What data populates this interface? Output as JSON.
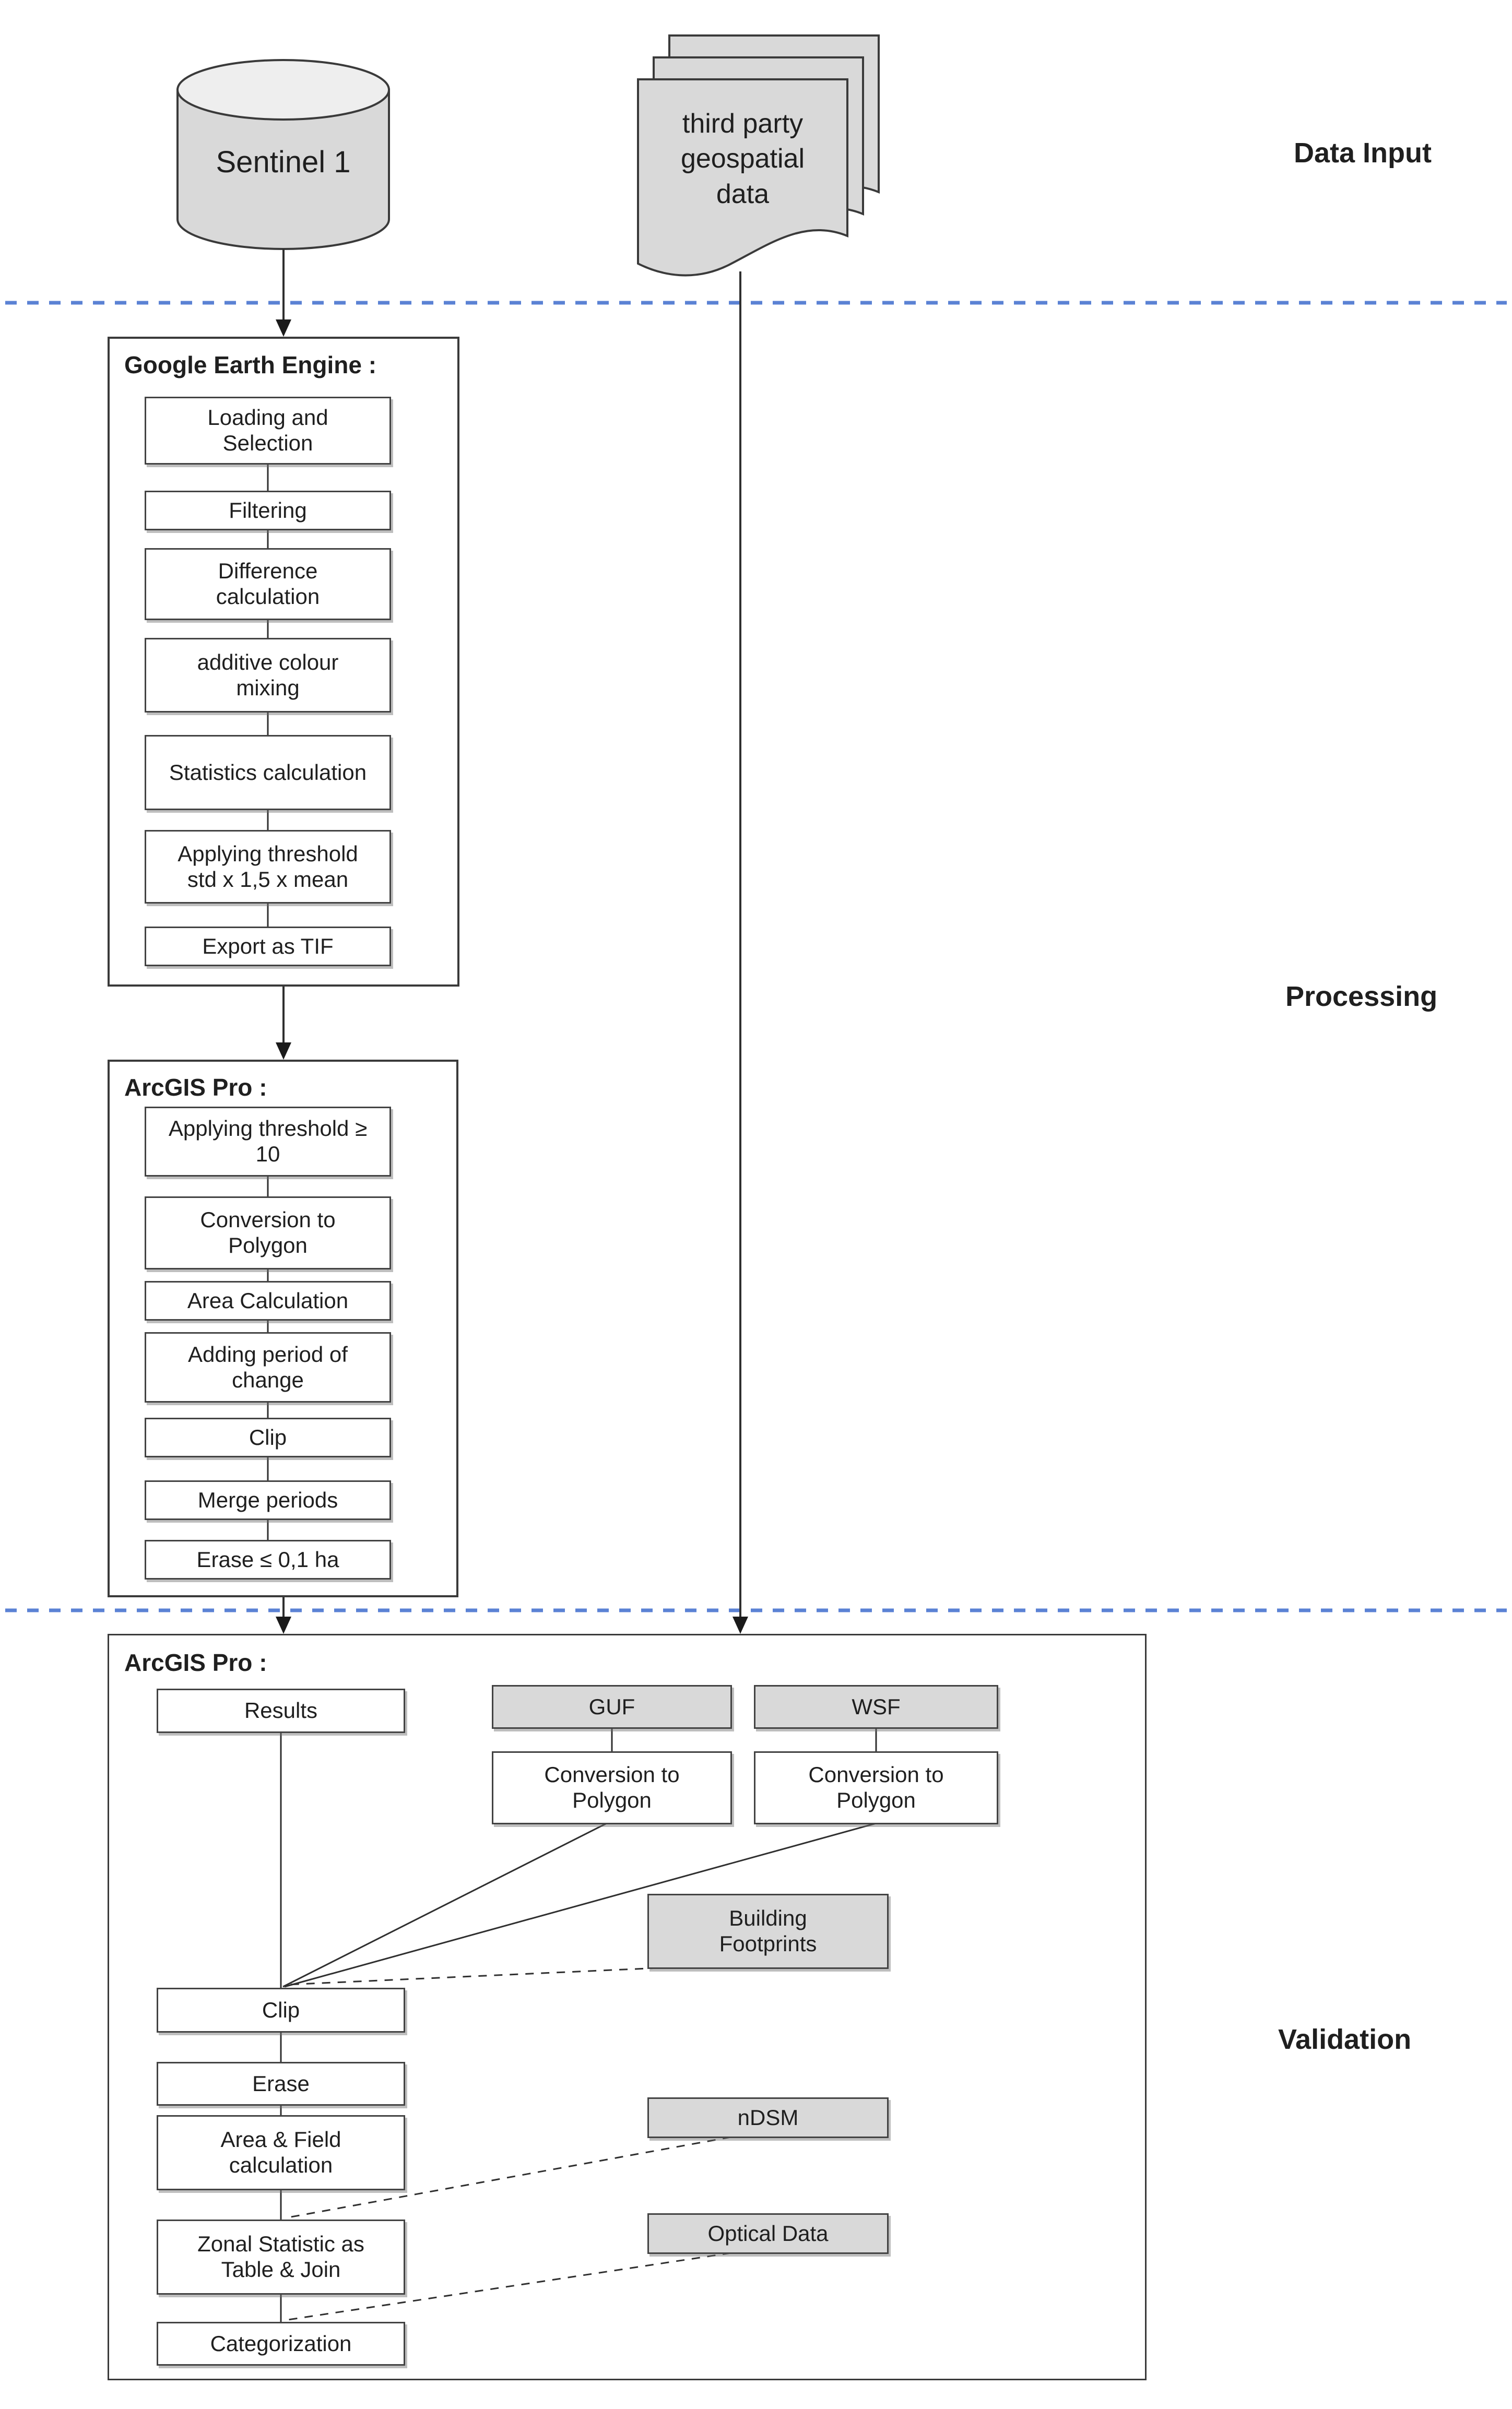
{
  "section_labels": {
    "data_input": "Data Input",
    "processing": "Processing",
    "validation": "Validation"
  },
  "inputs": {
    "sentinel": "Sentinel 1",
    "third_party": "third party geospatial data"
  },
  "gee": {
    "title": "Google Earth Engine :",
    "steps": [
      "Loading and Selection",
      "Filtering",
      "Difference calculation",
      "additive colour mixing",
      "Statistics calculation",
      "Applying threshold std x 1,5 x mean",
      "Export as TIF"
    ]
  },
  "arcgis_processing": {
    "title": "ArcGIS Pro :",
    "steps": [
      "Applying threshold ≥ 10",
      "Conversion to Polygon",
      "Area Calculation",
      "Adding period of change",
      "Clip",
      "Merge periods",
      "Erase ≤ 0,1 ha"
    ]
  },
  "arcgis_validation": {
    "title": "ArcGIS Pro :",
    "results": "Results",
    "guf": "GUF",
    "wsf": "WSF",
    "guf_conversion": "Conversion to Polygon",
    "wsf_conversion": "Conversion to Polygon",
    "building_footprints": "Building Footprints",
    "clip": "Clip",
    "erase": "Erase",
    "area_field": "Area & Field calculation",
    "ndsm": "nDSM",
    "zonal_statistic": "Zonal Statistic as Table & Join",
    "optical_data": "Optical Data",
    "categorization": "Categorization"
  },
  "colors": {
    "shape_fill_gray": "#d9d9d9",
    "cylinder_top": "#eeeeee",
    "box_border": "#434343",
    "line": "#2f2f2f",
    "dashed_divider_blue": "#5b82d4",
    "text": "#1f1f1f",
    "background": "#ffffff"
  }
}
